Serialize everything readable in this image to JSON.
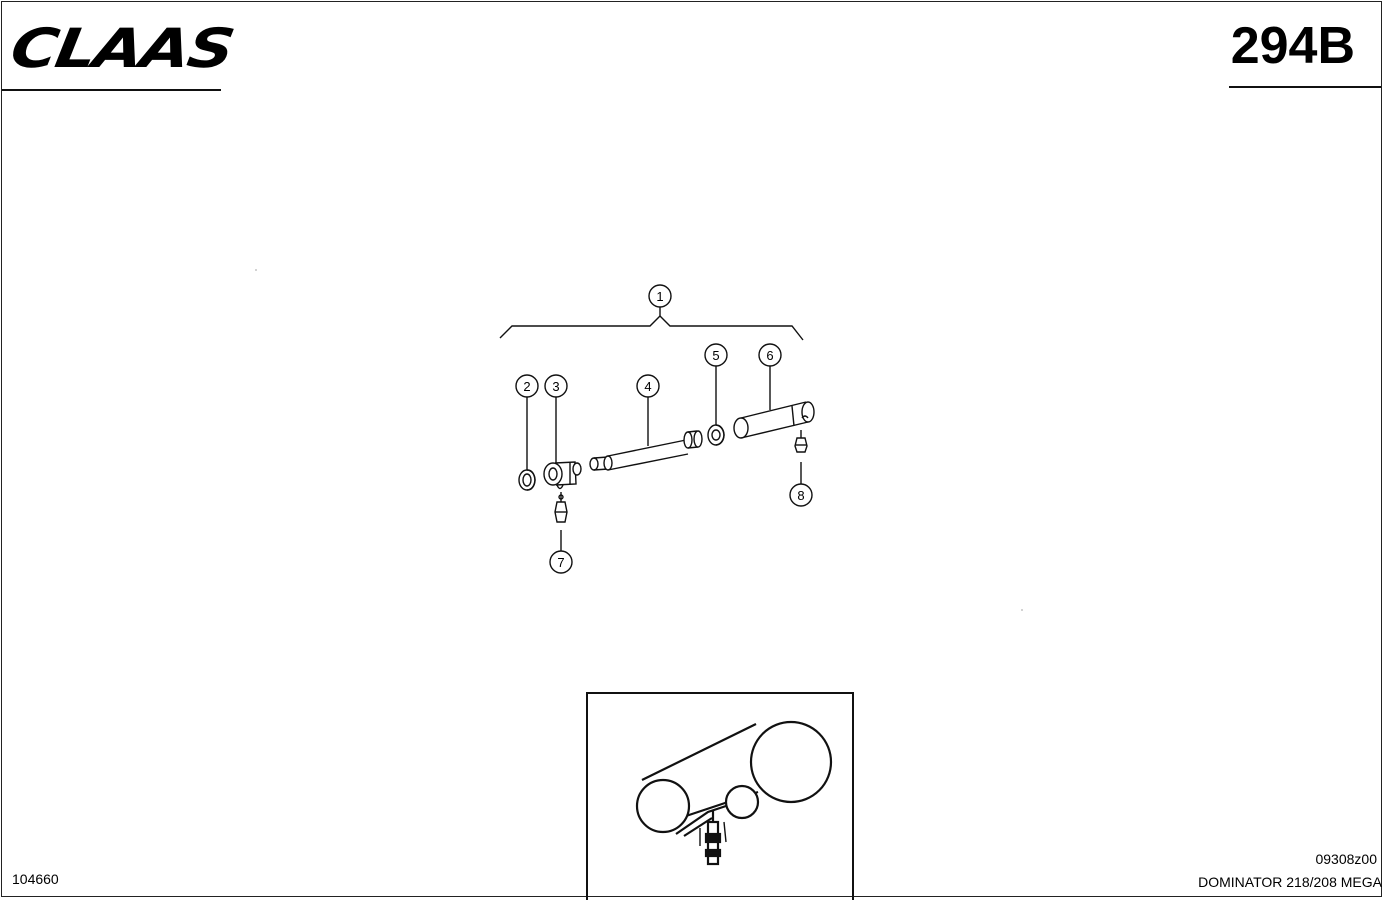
{
  "header": {
    "brand": "CLAAS",
    "page_code": "294B"
  },
  "callouts": [
    "1",
    "2",
    "3",
    "4",
    "5",
    "6",
    "7",
    "8"
  ],
  "footer": {
    "doc_number": "104660",
    "drawing_id": "09308z00",
    "model": "DOMINATOR 218/208 MEGA"
  },
  "icons": {
    "brand_logo": "claas-logo",
    "location_inset": "machine-location-inset"
  }
}
